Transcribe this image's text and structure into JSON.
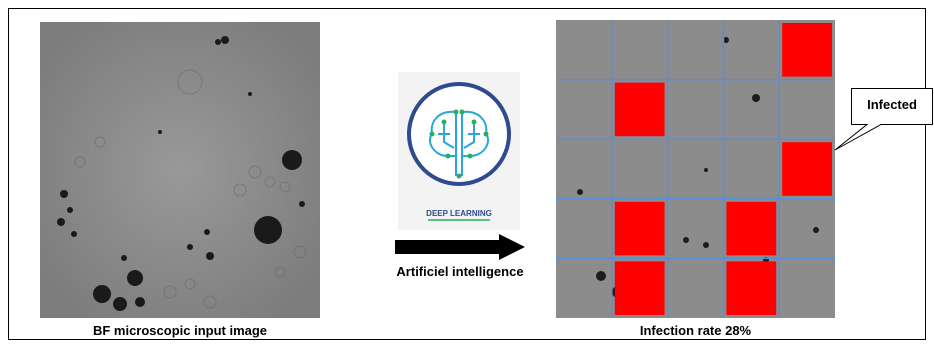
{
  "left_panel": {
    "caption": "BF microscopic input image"
  },
  "center": {
    "logo_text": "DEEP LEARNING",
    "arrow_label": "Artificiel intelligence",
    "logo_colors": {
      "ring": "#2e4b8f",
      "circuit": "#2aa7d8",
      "dots": "#27ae60"
    }
  },
  "right_panel": {
    "caption": "Infection rate 28%",
    "grid": {
      "rows": 5,
      "cols": 5,
      "line_color": "#5b8ed6"
    },
    "infected_cells": [
      [
        0,
        4
      ],
      [
        1,
        1
      ],
      [
        2,
        4
      ],
      [
        3,
        1
      ],
      [
        3,
        3
      ],
      [
        4,
        1
      ],
      [
        4,
        3
      ]
    ],
    "infected_color": "#ff0000"
  },
  "callout": {
    "label": "Infected"
  }
}
